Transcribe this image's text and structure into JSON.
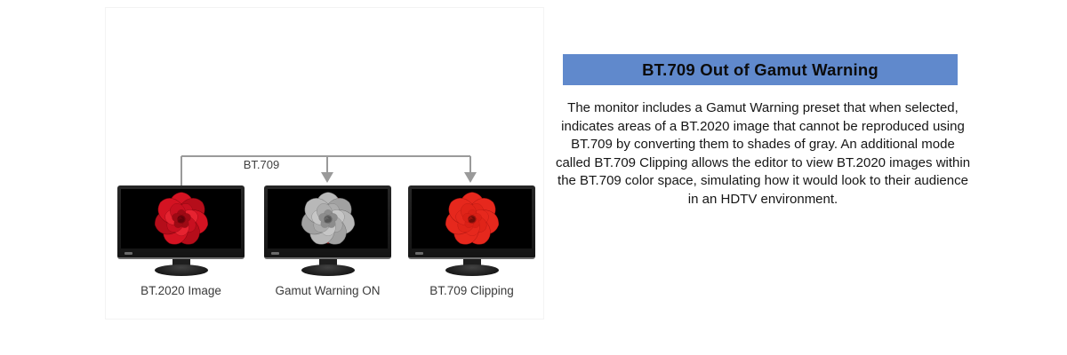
{
  "colors": {
    "banner_background": "#6089cc",
    "banner_text": "#0c0c0c",
    "connector_line": "#9a9a9a",
    "rose_red": "#d41322",
    "clipped_red": "#e6281d",
    "warning_gray": "#b8b8b8",
    "screen_background": "#000000"
  },
  "header": {
    "title": "BT.709 Out of Gamut Warning"
  },
  "description_lines": [
    "The monitor includes a Gamut Warning preset that when selected,",
    "indicates areas of a BT.2020 image that cannot be reproduced using",
    "BT.709 by converting them to shades of gray. An additional mode",
    "called BT.709 Clipping allows the editor to view BT.2020 images within",
    "the BT.709 color space, simulating how it would look to their audience",
    "in an HDTV environment."
  ],
  "diagram": {
    "connector_label": "BT.709",
    "monitors": [
      {
        "label": "BT.2020 Image"
      },
      {
        "label": "Gamut Warning ON"
      },
      {
        "label": "BT.709 Clipping"
      }
    ]
  }
}
